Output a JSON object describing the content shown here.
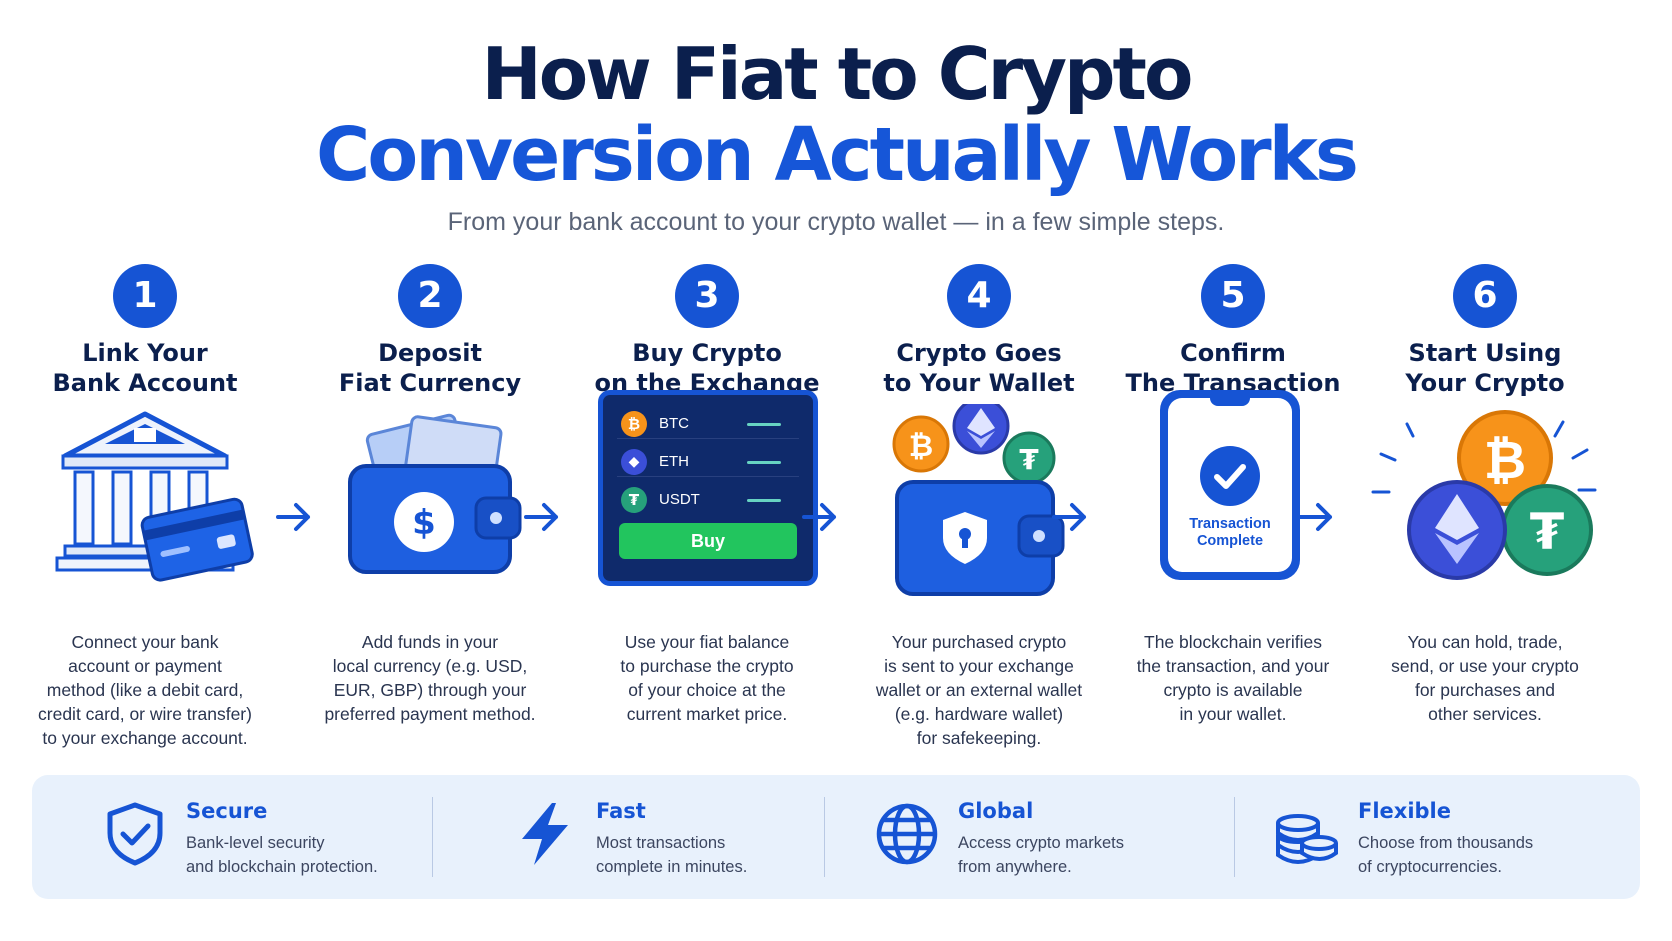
{
  "title": {
    "line1": "How Fiat to Crypto",
    "line2": "Conversion Actually Works",
    "subtitle": "From your bank account to your crypto wallet — in a few simple steps."
  },
  "colors": {
    "navy": "#0b1f4d",
    "accent_blue": "#1654d4",
    "buy_green": "#22c55e",
    "bitcoin_orange": "#f7931a",
    "ethereum_blue": "#3b4fd8",
    "tether_green": "#26a17b",
    "panel_bg": "#e8f1fc"
  },
  "steps": [
    {
      "number": "1",
      "title_line1": "Link Your",
      "title_line2": "Bank Account",
      "icon": "bank-with-card-icon",
      "desc": [
        "Connect your bank",
        "account or payment",
        "method (like a debit card,",
        "credit card, or wire transfer)",
        "to your exchange account."
      ]
    },
    {
      "number": "2",
      "title_line1": "Deposit",
      "title_line2": "Fiat Currency",
      "icon": "wallet-dollar-icon",
      "desc": [
        "Add funds in your",
        "local currency (e.g. USD,",
        "EUR, GBP) through your",
        "preferred payment method."
      ]
    },
    {
      "number": "3",
      "title_line1": "Buy Crypto",
      "title_line2": "on the Exchange",
      "icon": "exchange-screen-icon",
      "desc": [
        "Use your fiat balance",
        "to purchase the crypto",
        "of your choice at the",
        "current market price."
      ]
    },
    {
      "number": "4",
      "title_line1": "Crypto Goes",
      "title_line2": "to Your Wallet",
      "icon": "crypto-wallet-icon",
      "desc": [
        "Your purchased crypto",
        "is sent to your exchange",
        "wallet or an external wallet",
        "(e.g. hardware wallet)",
        "for safekeeping."
      ]
    },
    {
      "number": "5",
      "title_line1": "Confirm",
      "title_line2": "The Transaction",
      "icon": "phone-check-icon",
      "desc": [
        "The blockchain verifies",
        "the transaction, and your",
        "crypto is available",
        "in your wallet."
      ]
    },
    {
      "number": "6",
      "title_line1": "Start Using",
      "title_line2": "Your Crypto",
      "icon": "crypto-coins-icon",
      "desc": [
        "You can hold, trade,",
        "send, or use your crypto",
        "for purchases and",
        "other services."
      ]
    }
  ],
  "exchange": {
    "rows": [
      {
        "ticker": "BTC",
        "icon": "bitcoin-icon"
      },
      {
        "ticker": "ETH",
        "icon": "ethereum-icon"
      },
      {
        "ticker": "USDT",
        "icon": "tether-icon"
      }
    ],
    "buy_label": "Buy"
  },
  "phone": {
    "status_line1": "Transaction",
    "status_line2": "Complete"
  },
  "features": [
    {
      "name": "Secure",
      "icon": "shield-check-icon",
      "desc": [
        "Bank-level security",
        "and blockchain protection."
      ]
    },
    {
      "name": "Fast",
      "icon": "lightning-icon",
      "desc": [
        "Most transactions",
        "complete in minutes."
      ]
    },
    {
      "name": "Global",
      "icon": "globe-icon",
      "desc": [
        "Access crypto markets",
        "from anywhere."
      ]
    },
    {
      "name": "Flexible",
      "icon": "coin-stack-icon",
      "desc": [
        "Choose from thousands",
        "of cryptocurrencies."
      ]
    }
  ]
}
